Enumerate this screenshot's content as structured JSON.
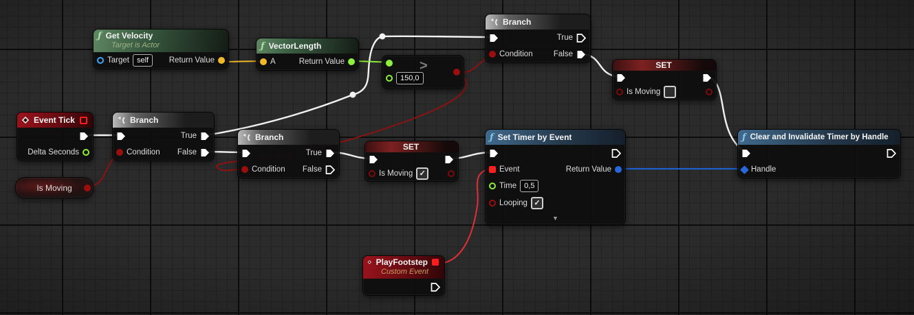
{
  "colors": {
    "exec": "#f2f2f2",
    "bool": "#9b0e0e",
    "bool_wire": "#8e1212",
    "delegate": "#fa1e1e",
    "delegate_wire": "#e03038",
    "float": "#8df03a",
    "vector": "#f0b929",
    "object": "#3fa7f5",
    "timer_handle": "#2767d9",
    "object_wire": "#1e62d0"
  },
  "nodes": {
    "get_velocity": {
      "title": "Get Velocity",
      "subtitle": "Target is Actor",
      "target_label": "Target",
      "target_value": "self",
      "return_label": "Return Value"
    },
    "vector_length": {
      "title": "VectorLength",
      "a_label": "A",
      "return_label": "Return Value"
    },
    "greater": {
      "operator": ">",
      "value": "150,0"
    },
    "branch_top": {
      "title": "Branch",
      "condition_label": "Condition",
      "true_label": "True",
      "false_label": "False"
    },
    "set_top": {
      "title": "SET",
      "var_label": "Is Moving",
      "checked_glyph": ""
    },
    "event_tick": {
      "title": "Event Tick",
      "delta_label": "Delta Seconds"
    },
    "branch_mid": {
      "title": "Branch",
      "condition_label": "Condition",
      "true_label": "True",
      "false_label": "False"
    },
    "is_moving_get": {
      "label": "Is Moving"
    },
    "branch_low": {
      "title": "Branch",
      "condition_label": "Condition",
      "true_label": "True",
      "false_label": "False"
    },
    "set_mid": {
      "title": "SET",
      "var_label": "Is Moving",
      "checked_glyph": "✓"
    },
    "set_timer": {
      "title": "Set Timer by Event",
      "event_label": "Event",
      "return_label": "Return Value",
      "time_label": "Time",
      "time_value": "0,5",
      "looping_label": "Looping",
      "looping_checked_glyph": "✓",
      "advanced_glyph": "▼"
    },
    "clear_timer": {
      "title": "Clear and Invalidate Timer by Handle",
      "handle_label": "Handle"
    },
    "play_footstep": {
      "title": "PlayFootstep",
      "subtitle": "Custom Event"
    }
  }
}
